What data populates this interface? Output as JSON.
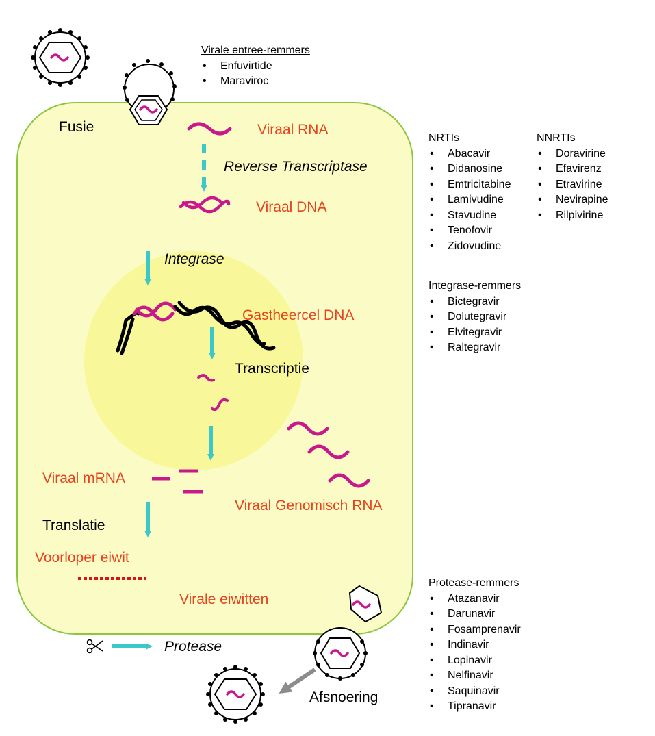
{
  "labels": {
    "fusie": "Fusie",
    "viraal_rna": "Viraal RNA",
    "reverse_transcriptase": "Reverse Transcriptase",
    "viraal_dna": "Viraal DNA",
    "integrase": "Integrase",
    "gastheercel_dna": "Gastheercel DNA",
    "transcriptie": "Transcriptie",
    "viraal_mrna": "Viraal mRNA",
    "viraal_genomisch_rna": "Viraal Genomisch RNA",
    "translatie": "Translatie",
    "voorloper_eiwit": "Voorloper eiwit",
    "virale_eiwitten": "Virale eiwitten",
    "protease": "Protease",
    "afsnoering": "Afsnoering"
  },
  "drug_lists": {
    "entry": {
      "title": "Virale entree-remmers",
      "items": [
        "Enfuvirtide",
        "Maraviroc"
      ]
    },
    "nrti": {
      "title": "NRTIs",
      "items": [
        "Abacavir",
        "Didanosine",
        "Emtricitabine",
        "Lamivudine",
        "Stavudine",
        "Tenofovir",
        "Zidovudine"
      ]
    },
    "nnrti": {
      "title": "NNRTIs",
      "items": [
        "Doravirine",
        "Efavirenz",
        "Etravirine",
        "Nevirapine",
        "Rilpivirine"
      ]
    },
    "integrase": {
      "title": "Integrase-remmers",
      "items": [
        "Bictegravir",
        "Dolutegravir",
        "Elvitegravir",
        "Raltegravir"
      ]
    },
    "protease": {
      "title": "Protease-remmers",
      "items": [
        "Atazanavir",
        "Darunavir",
        "Fosamprenavir",
        "Indinavir",
        "Lopinavir",
        "Nelfinavir",
        "Saquinavir",
        "Tipranavir"
      ]
    }
  },
  "colors": {
    "cell_fill": "#fbfbc6",
    "cell_border": "#8cc63f",
    "nucleus_fill": "#f8f89a",
    "rna": "#c8188c",
    "arrow": "#3cc8c8",
    "label_red": "#e8431c",
    "protein_dots": "#d81414"
  },
  "icons": {
    "scissors": "scissors-icon"
  }
}
